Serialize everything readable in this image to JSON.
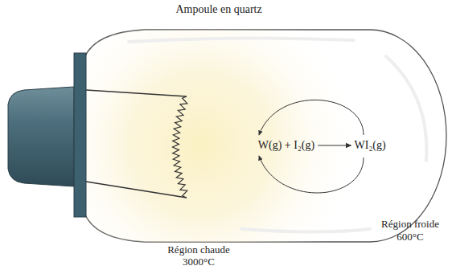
{
  "diagram": {
    "labels": [
      "Ampoule en quartz",
      "W(g) + I₂(g)",
      "WI₂(g)",
      "Région chaude",
      "3000°C",
      "Région froide",
      "600°C"
    ]
  }
}
